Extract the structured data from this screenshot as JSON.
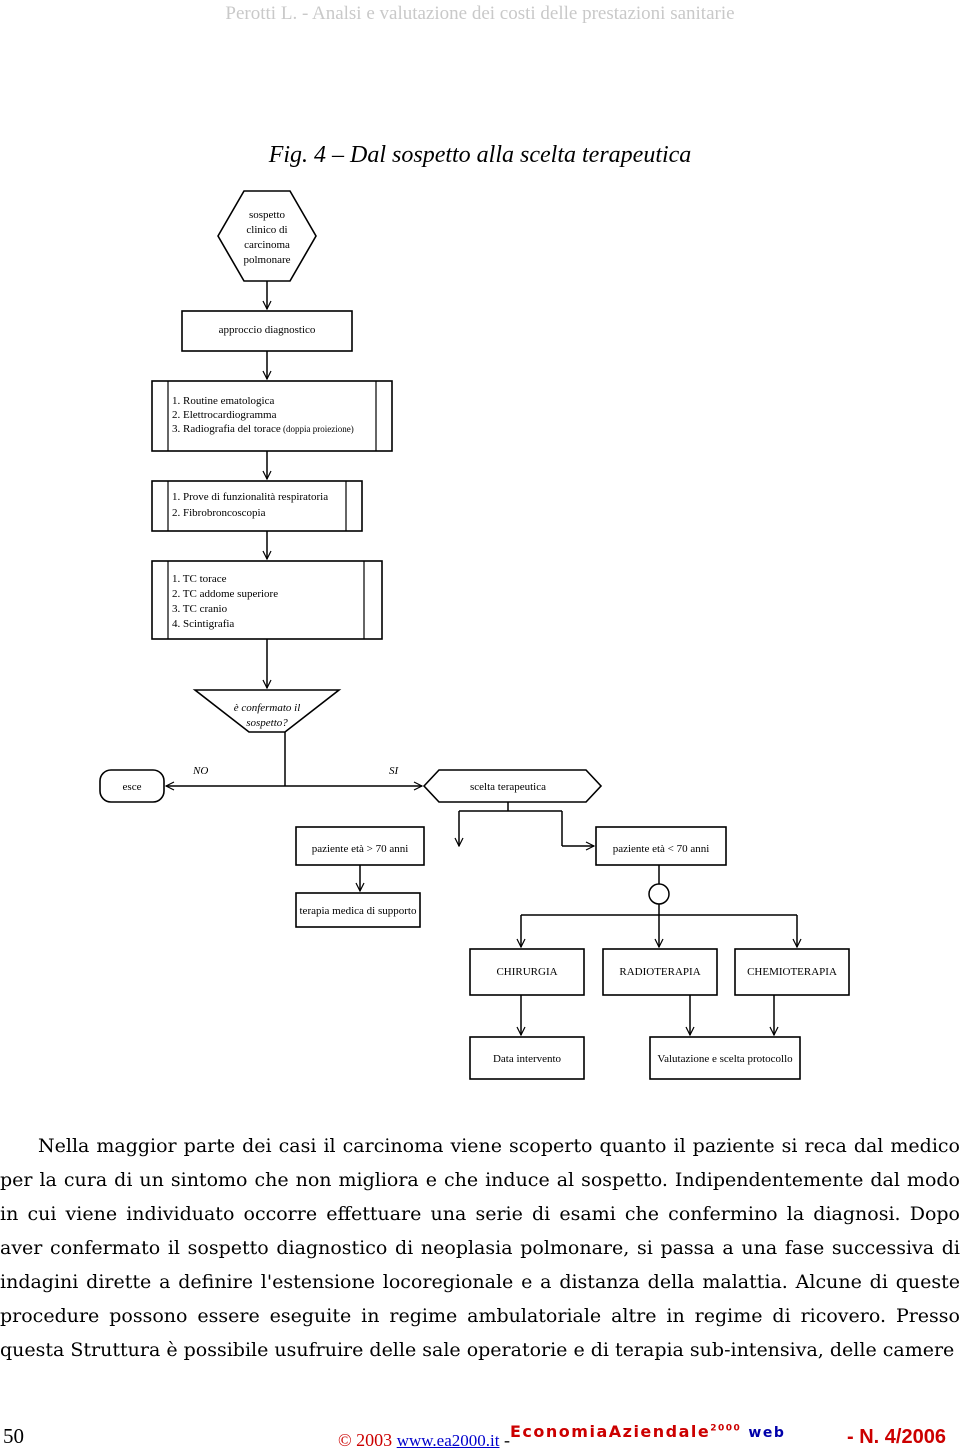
{
  "header": {
    "running_title": "Perotti L. - Analsi e valutazione dei costi delle prestazioni sanitarie"
  },
  "figure": {
    "title": "Fig. 4 – Dal sospetto alla scelta terapeutica",
    "start": [
      "sospetto",
      "clinico di",
      "carcinoma",
      "polmonare"
    ],
    "approach": "approccio diagnostico",
    "step1": [
      "1. Routine ematologica",
      "2. Elettrocardiogramma",
      "3. Radiografia del torace"
    ],
    "step1_note": "(doppia proiezione)",
    "step2": [
      "1. Prove di funzionalità respiratoria",
      "2. Fibrobroncoscopia"
    ],
    "step3": [
      "1. TC torace",
      "2. TC addome superiore",
      "3. TC cranio",
      "4. Scintigrafia"
    ],
    "decision": [
      "è confermato il",
      "sospetto?"
    ],
    "exit": "esce",
    "no_label": "NO",
    "yes_label": "SI",
    "therapy_choice": "scelta terapeutica",
    "over70": "paziente età > 70 anni",
    "under70": "paziente età < 70 anni",
    "support": "terapia medica di supporto",
    "surgery": "CHIRURGIA",
    "radio": "RADIOTERAPIA",
    "chemo": "CHEMIOTERAPIA",
    "date": "Data intervento",
    "evaluation": "Valutazione e scelta protocollo"
  },
  "body": {
    "paragraph": "Nella maggior parte dei casi il carcinoma viene scoperto quanto il paziente si reca dal medico per la cura di un sintomo che non migliora e che induce al sospetto. Indipendentemente dal modo in cui viene individuato occorre effettuare una serie di esami che confermino la diagnosi. Dopo aver confermato il sospetto diagnostico di neoplasia polmonare, si passa a una fase successiva di indagini dirette a definire l'estensione locoregionale e a distanza della malattia. Alcune di queste procedure possono essere eseguite in regime ambulatoriale altre in regime di ricovero. Presso questa Struttura è possibile usufruire delle sale operatorie e di terapia sub-intensiva, delle camere"
  },
  "footer": {
    "page_number": "50",
    "copyright": "© 2003",
    "site": "www.ea2000.it",
    "dash": "-",
    "logo_text": "EconomiaAziendale",
    "logo_year": "2000",
    "logo_web": "web",
    "issue": "- N. 4/2006"
  }
}
